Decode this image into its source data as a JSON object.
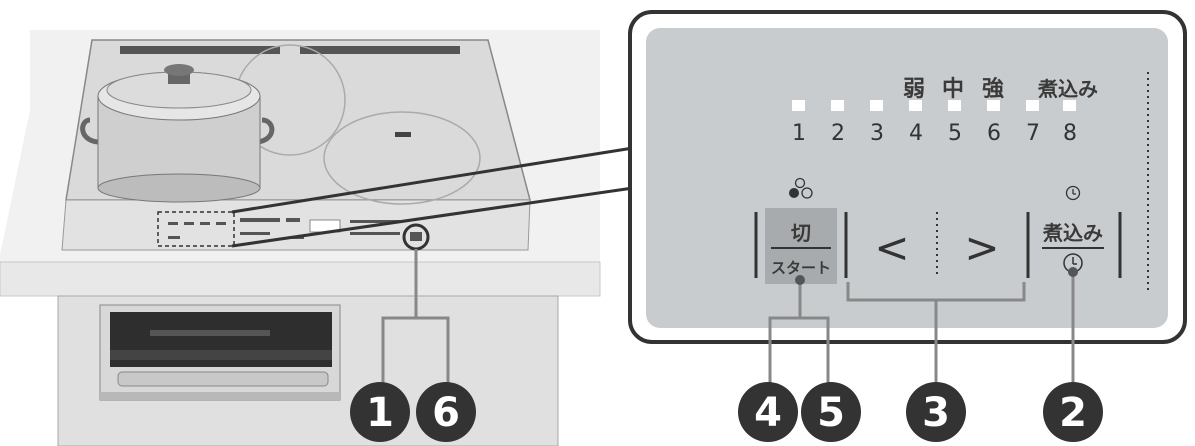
{
  "panel": {
    "power_labels": {
      "weak": "弱",
      "medium": "中",
      "strong": "強",
      "simmer": "煮込み"
    },
    "levels": [
      "1",
      "2",
      "3",
      "4",
      "5",
      "6",
      "7",
      "8"
    ],
    "buttons": {
      "onoff_top": "切",
      "onoff_bottom": "スタート",
      "decrease": "<",
      "increase": ">",
      "simmer_button": "煮込み"
    }
  },
  "callouts": {
    "one": "1",
    "two": "2",
    "three": "3",
    "four": "4",
    "five": "5",
    "six": "6"
  },
  "colors": {
    "panel_bg": "#c9ccce",
    "callout": "#333333"
  }
}
